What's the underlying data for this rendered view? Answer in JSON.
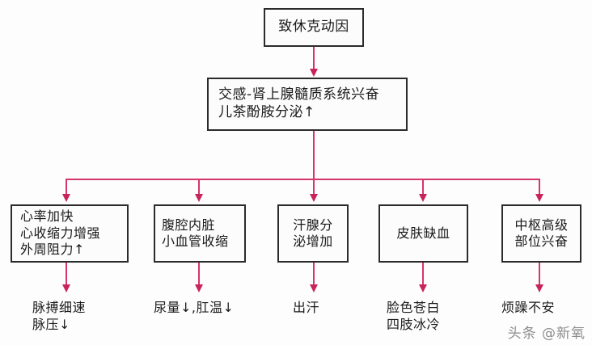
{
  "diagram": {
    "title": "致休克动因",
    "accent_color": "#d6356b",
    "arrow_color": "#c9235c",
    "box_border_color": "#2b2b2b",
    "background_color": "#fdfdfd",
    "nodes": {
      "cause": {
        "line1": "致休克动因"
      },
      "sympathetic": {
        "line1": "交感-肾上腺髓质系统兴奋",
        "line2": "儿茶酚胺分泌↑"
      },
      "cardiac": {
        "line1": "心率加快",
        "line2": "心收缩力增强",
        "line3": "外周阻力↑"
      },
      "splanchnic": {
        "line1": "腹腔内脏",
        "line2": "小血管收缩"
      },
      "sweat_gland": {
        "line1": "汗腺分",
        "line2": "泌增加"
      },
      "skin": {
        "line1": "皮肤缺血"
      },
      "cns": {
        "line1": "中枢高级",
        "line2": "部位兴奋"
      }
    },
    "outcomes": {
      "pulse": {
        "line1": "脉搏细速",
        "line2": "脉压↓"
      },
      "urine": {
        "line1": "尿量↓,肛温↓"
      },
      "sweating": {
        "line1": "出汗"
      },
      "pallor": {
        "line1": "脸色苍白",
        "line2": "四肢冰冷"
      },
      "restlessness": {
        "line1": "烦躁不安"
      }
    }
  },
  "watermark": {
    "text": "头条 @新氧"
  }
}
